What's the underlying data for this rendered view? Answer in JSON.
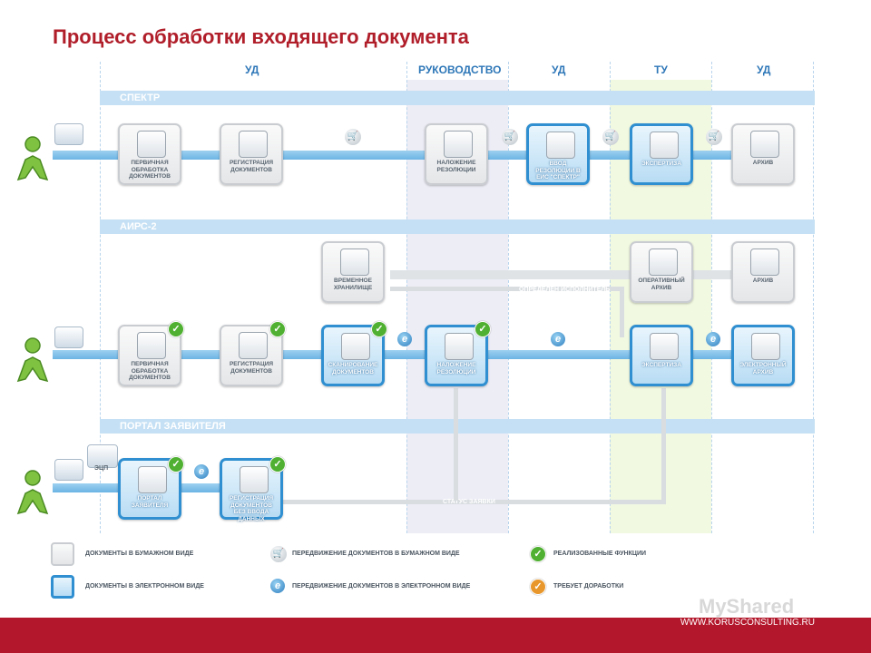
{
  "title": "Процесс обработки входящего документа",
  "columns": [
    "УД",
    "РУКОВОДСТВО",
    "УД",
    "ТУ",
    "УД"
  ],
  "lanes": [
    "СПЕКТР",
    "АИРС-2",
    "ПОРТАЛ ЗАЯВИТЕЛЯ"
  ],
  "boxes": {
    "s1": "ПЕРВИЧНАЯ ОБРАБОТКА ДОКУМЕНТОВ",
    "s2": "РЕГИСТРАЦИЯ ДОКУМЕНТОВ",
    "s3": "НАЛОЖЕНИЕ РЕЗОЛЮЦИИ",
    "s4": "ВВОД РЕЗОЛЮЦИИ В ЕИС \"СПЕКТР\"",
    "s5": "ЭКСПЕРТИЗА",
    "s6": "АРХИВ",
    "a_storage": "ВРЕМЕННОЕ ХРАНИЛИЩЕ",
    "a_oparch": "ОПЕРАТИВНЫЙ АРХИВ",
    "a_arch": "АРХИВ",
    "a1": "ПЕРВИЧНАЯ ОБРАБОТКА ДОКУМЕНТОВ",
    "a2": "РЕГИСТРАЦИЯ ДОКУМЕНТОВ",
    "a3": "СКАНИРОВАНИЕ ДОКУМЕНТОВ",
    "a4": "НАЛОЖЕНИЕ РЕЗОЛЮЦИИ",
    "a5": "ЭКСПЕРТИЗА",
    "a6": "ЭЛЕКТРОННЫЙ АРХИВ",
    "p1": "ПОРТАЛ ЗАЯВИТЕЛЯ",
    "p2": "РЕГИСТРАЦИЯ ДОКУМЕНТОВ БЕЗ ВВОДА ДАННЫХ"
  },
  "connectors": {
    "executor": "ОПРЕДЕЛЕН ИСПОЛНИТЕЛЬ",
    "status": "СТАТУС ЗАЯВКИ"
  },
  "signature_label": "ЭЦП",
  "legend": {
    "paper_docs": "ДОКУМЕНТЫ В БУМАЖНОМ ВИДЕ",
    "electronic_docs": "ДОКУМЕНТЫ В ЭЛЕКТРОННОМ ВИДЕ",
    "paper_move": "ПЕРЕДВИЖЕНИЕ ДОКУМЕНТОВ В БУМАЖНОМ ВИДЕ",
    "electronic_move": "ПЕРЕДВИЖЕНИЕ ДОКУМЕНТОВ В ЭЛЕКТРОННОМ ВИДЕ",
    "implemented": "РЕАЛИЗОВАННЫЕ ФУНКЦИИ",
    "needs_work": "ТРЕБУЕТ ДОРАБОТКИ"
  },
  "footer_url": "WWW.KORUSCONSULTING.RU",
  "watermark": "MyShared",
  "colors": {
    "title": "#b01e2a",
    "footer": "#b3172b",
    "accent": "#2f8fd0",
    "check": "#4fb031",
    "check_todo": "#e8972c"
  }
}
